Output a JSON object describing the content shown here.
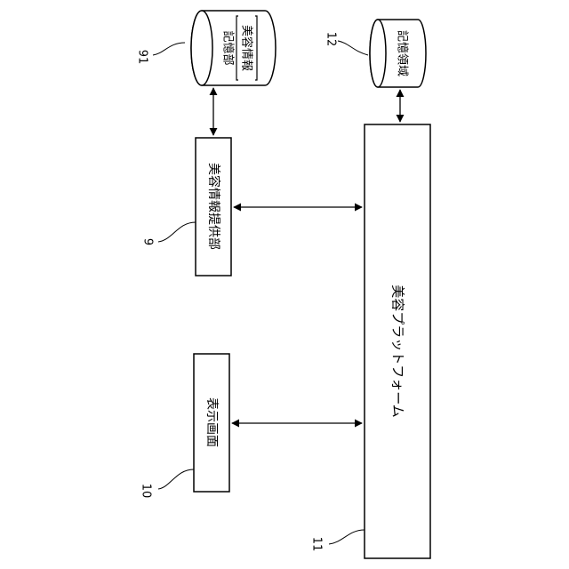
{
  "platform": {
    "ref": "11",
    "label": "美容プラットフォーム"
  },
  "storage_area": {
    "ref": "12",
    "label": "記憶領域"
  },
  "storage_unit": {
    "ref": "91",
    "label": "記憶部",
    "content": "美容情報"
  },
  "info_provider": {
    "ref": "9",
    "label": "美容情報提供部"
  },
  "display_screen": {
    "ref": "10",
    "label": "表示画面"
  }
}
